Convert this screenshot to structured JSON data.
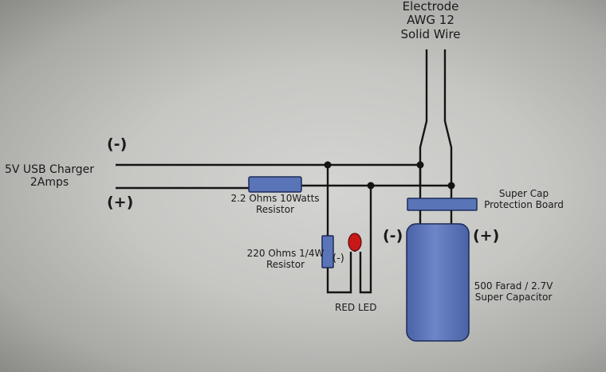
{
  "labels": {
    "electrode_line1": "Electrode",
    "electrode_line2": "AWG 12",
    "electrode_line3": "Solid Wire",
    "usb_line1": "5V USB Charger",
    "usb_line2": "2Amps",
    "neg_left": "(-)",
    "pos_left": "(+)",
    "resistor_big_line1": "2.2 Ohms 10Watts",
    "resistor_big_line2": "Resistor",
    "resistor_small_line1": "220 Ohms 1/4W",
    "resistor_small_line2": "Resistor",
    "led_neg": "(-)",
    "led_label": "RED LED",
    "protection_line1": "Super Cap",
    "protection_line2": "Protection Board",
    "cap_neg": "(-)",
    "cap_pos": "(+)",
    "cap_line1": "500 Farad / 2.7V",
    "cap_line2": "Super Capacitor"
  },
  "colors": {
    "component_blue": "#5a74b8",
    "led_red": "#c81818",
    "wire": "#141414"
  }
}
